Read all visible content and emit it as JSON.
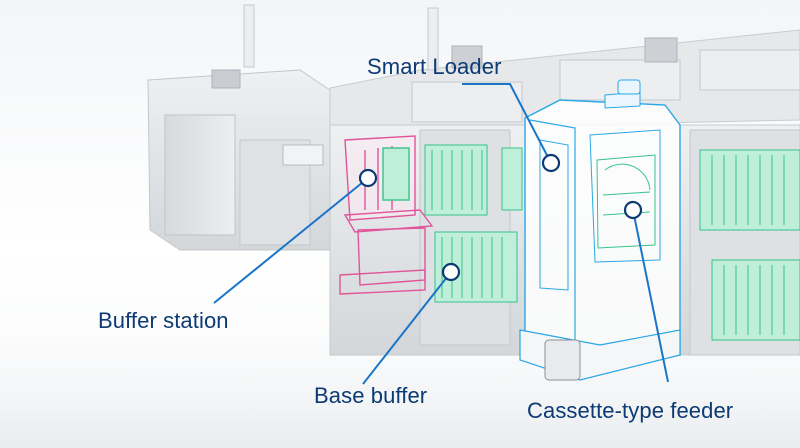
{
  "labels": {
    "smart_loader": "Smart Loader",
    "buffer_station": "Buffer station",
    "base_buffer": "Base buffer",
    "cassette_feeder": "Cassette-type feeder"
  },
  "colors": {
    "label_text": "#0c3a73",
    "leader_line": "#1a75c9",
    "smart_loader_outline": "#2aa7e6",
    "buffer_station_outline": "#e0559a",
    "feeder_green": "#37c38a",
    "machine_body": "#e4e6e8"
  }
}
